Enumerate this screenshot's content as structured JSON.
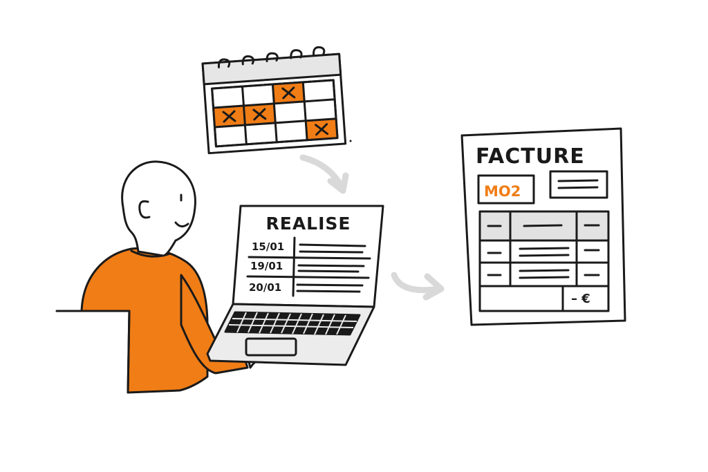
{
  "colors": {
    "accent": "#f07d16",
    "ink": "#1a1a1a",
    "paper": "#ffffff",
    "grey_arrow": "#d9d9d9",
    "table_header": "#e2e2e2",
    "calendar_header": "#e6e6e6"
  },
  "calendar": {
    "icon": "calendar-icon",
    "marks": [
      "X",
      "X",
      "X",
      "X"
    ]
  },
  "laptop": {
    "screen_title": "REALISE",
    "entries": [
      {
        "date": "15/01"
      },
      {
        "date": "19/01"
      },
      {
        "date": "20/01"
      }
    ]
  },
  "invoice": {
    "title": "FACTURE",
    "code": "MO2",
    "total_label": "– €"
  },
  "arrows": [
    "arrow-calendar-to-laptop-icon",
    "arrow-laptop-to-invoice-icon"
  ]
}
